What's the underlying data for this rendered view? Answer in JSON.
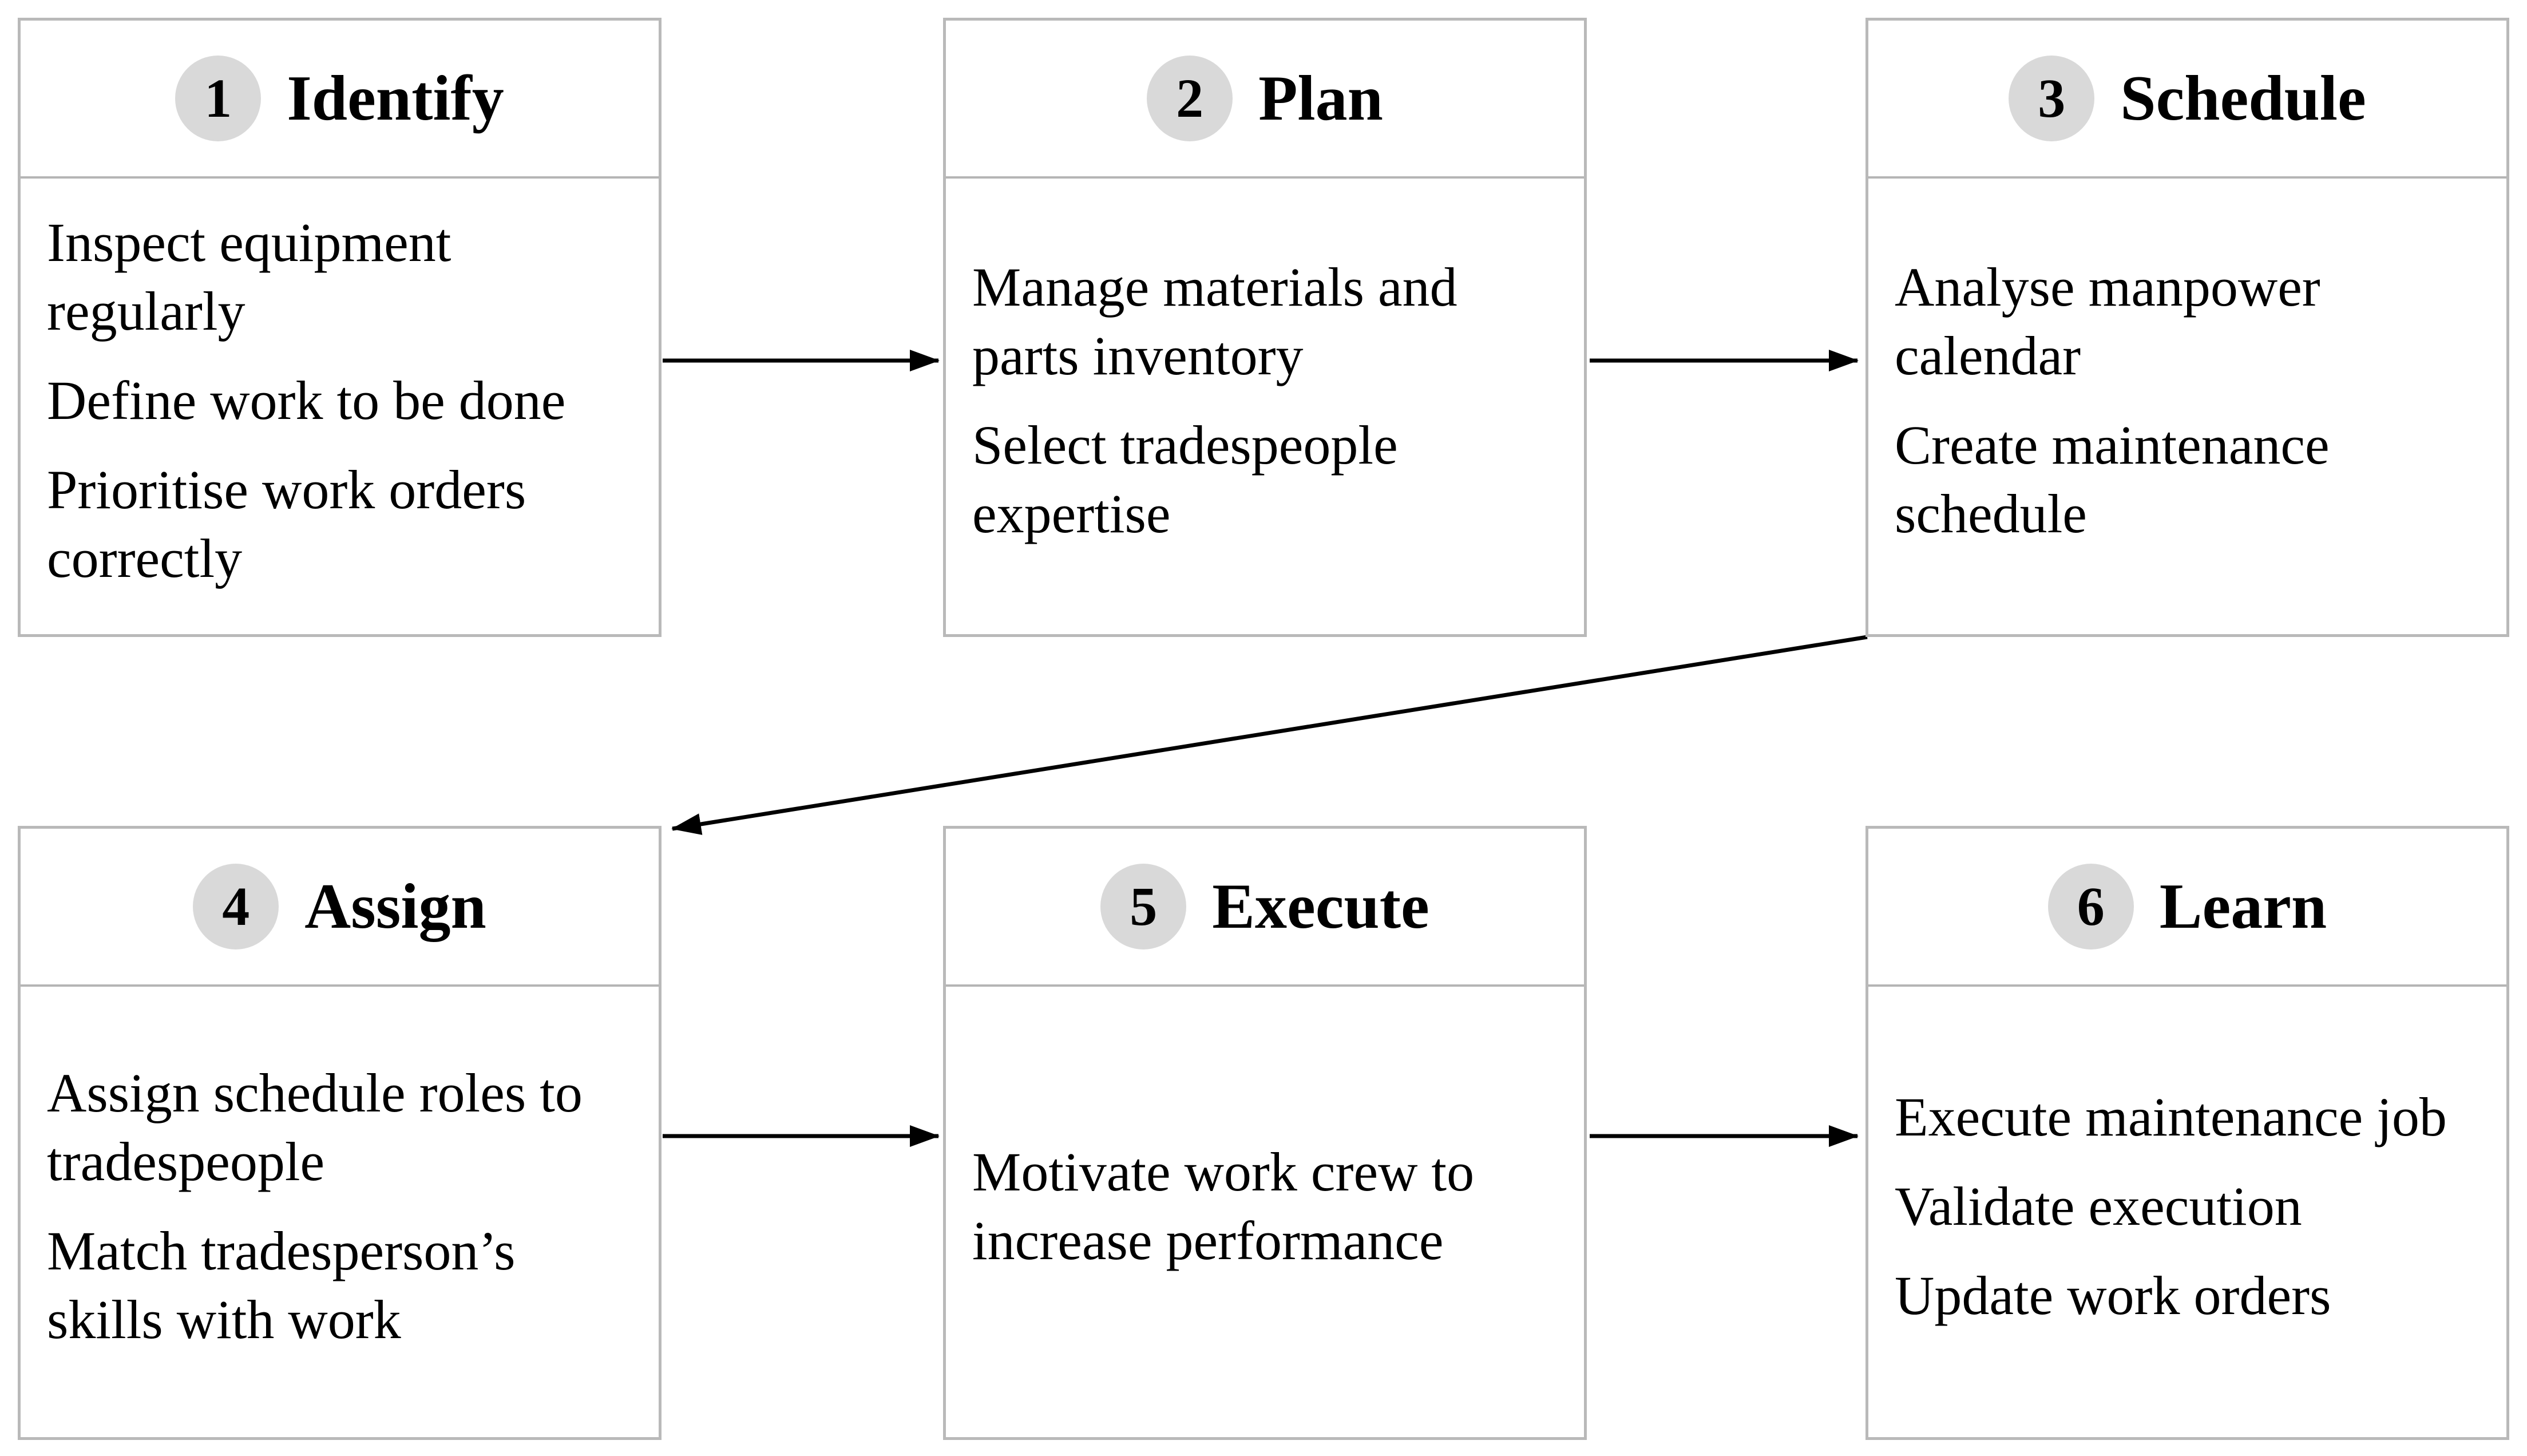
{
  "figure": {
    "background_color": "#ffffff",
    "box_border_color": "#b9b9b9",
    "number_circle_color": "#d9d9d9",
    "arrow_color": "#000000",
    "text_color": "#000000",
    "steps": [
      {
        "number": "1",
        "title": "Identify",
        "items": [
          "Inspect equipment regularly",
          "Define work to be done",
          "Prioritise work orders correctly"
        ]
      },
      {
        "number": "2",
        "title": "Plan",
        "items": [
          "Manage materials and parts inventory",
          "Select tradespeople expertise"
        ]
      },
      {
        "number": "3",
        "title": "Schedule",
        "items": [
          "Analyse manpower calendar",
          "Create maintenance schedule"
        ]
      },
      {
        "number": "4",
        "title": "Assign",
        "items": [
          "Assign schedule roles to tradespeople",
          "Match tradesperson’s skills with work"
        ]
      },
      {
        "number": "5",
        "title": "Execute",
        "items": [
          "Motivate work crew to increase performance"
        ]
      },
      {
        "number": "6",
        "title": "Learn",
        "items": [
          "Execute maintenance job",
          "Validate execution",
          "Update work orders"
        ]
      }
    ],
    "connections": [
      {
        "from": "Identify",
        "to": "Plan"
      },
      {
        "from": "Plan",
        "to": "Schedule"
      },
      {
        "from": "Schedule",
        "to": "Assign"
      },
      {
        "from": "Assign",
        "to": "Execute"
      },
      {
        "from": "Execute",
        "to": "Learn"
      }
    ]
  }
}
